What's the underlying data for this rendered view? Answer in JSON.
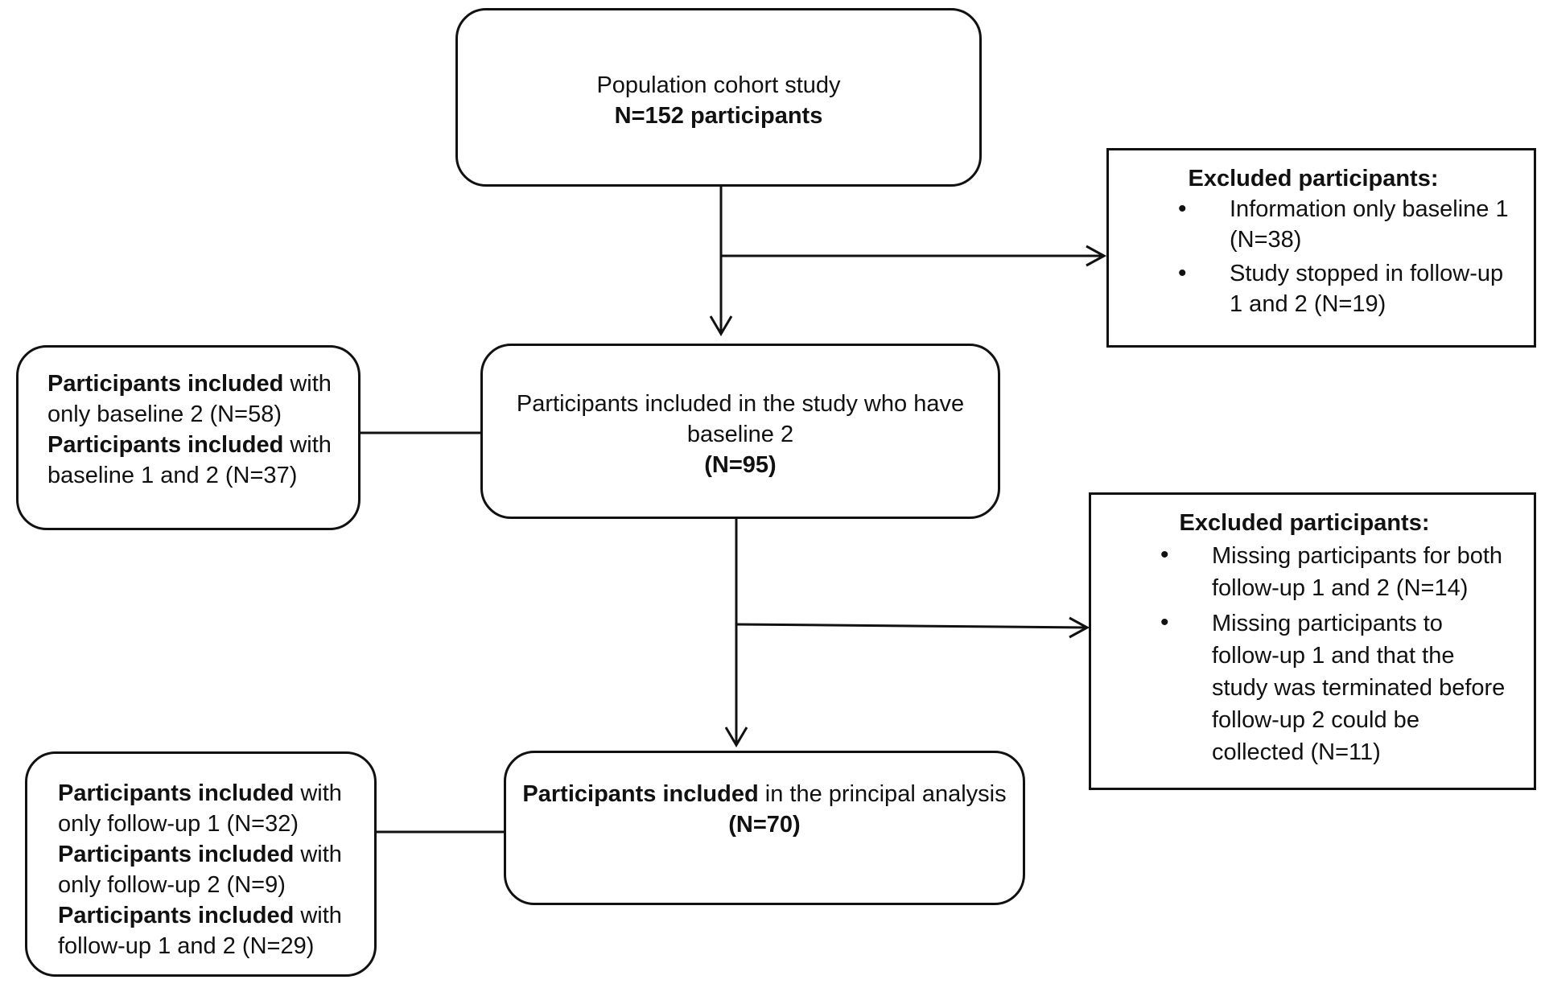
{
  "box_population": {
    "line1": "Population cohort study",
    "line2": "N=152 participants"
  },
  "box_excluded_1": {
    "title": "Excluded participants:",
    "items": [
      {
        "line1": "Information only baseline 1",
        "line2": "(N=38)"
      },
      {
        "line1": "Study stopped in follow-up",
        "line2": "1 and 2 (N=19)"
      }
    ]
  },
  "box_baseline2_detail": {
    "rows": [
      {
        "bold": "Participants included",
        "rest": " with",
        "line2": "only baseline 2 (N=58)"
      },
      {
        "bold": "Participants included",
        "rest": " with",
        "line2": "baseline 1 and 2 (N=37)"
      }
    ]
  },
  "box_baseline2": {
    "line1": "Participants included in the study who have",
    "line2": "baseline 2",
    "line3": "(N=95)"
  },
  "box_excluded_2": {
    "title": "Excluded participants:",
    "items": [
      {
        "lines": [
          "Missing participants for both",
          "follow-up 1 and 2 (N=14)"
        ]
      },
      {
        "lines": [
          "Missing participants to",
          "follow-up 1 and that the",
          "study was terminated before",
          "follow-up 2 could be",
          "collected (N=11)"
        ]
      }
    ]
  },
  "box_followup_detail": {
    "rows": [
      {
        "bold": "Participants included",
        "rest": " with",
        "line2": "only follow-up 1 (N=32)"
      },
      {
        "bold": "Participants included",
        "rest": " with",
        "line2": "only follow-up 2 (N=9)"
      },
      {
        "bold": "Participants included",
        "rest": " with",
        "line2": "follow-up 1 and 2 (N=29)"
      }
    ]
  },
  "box_principal": {
    "bold": "Participants included",
    "rest": " in the principal analysis",
    "line2": "(N=70)"
  },
  "bullet_glyph": "•"
}
